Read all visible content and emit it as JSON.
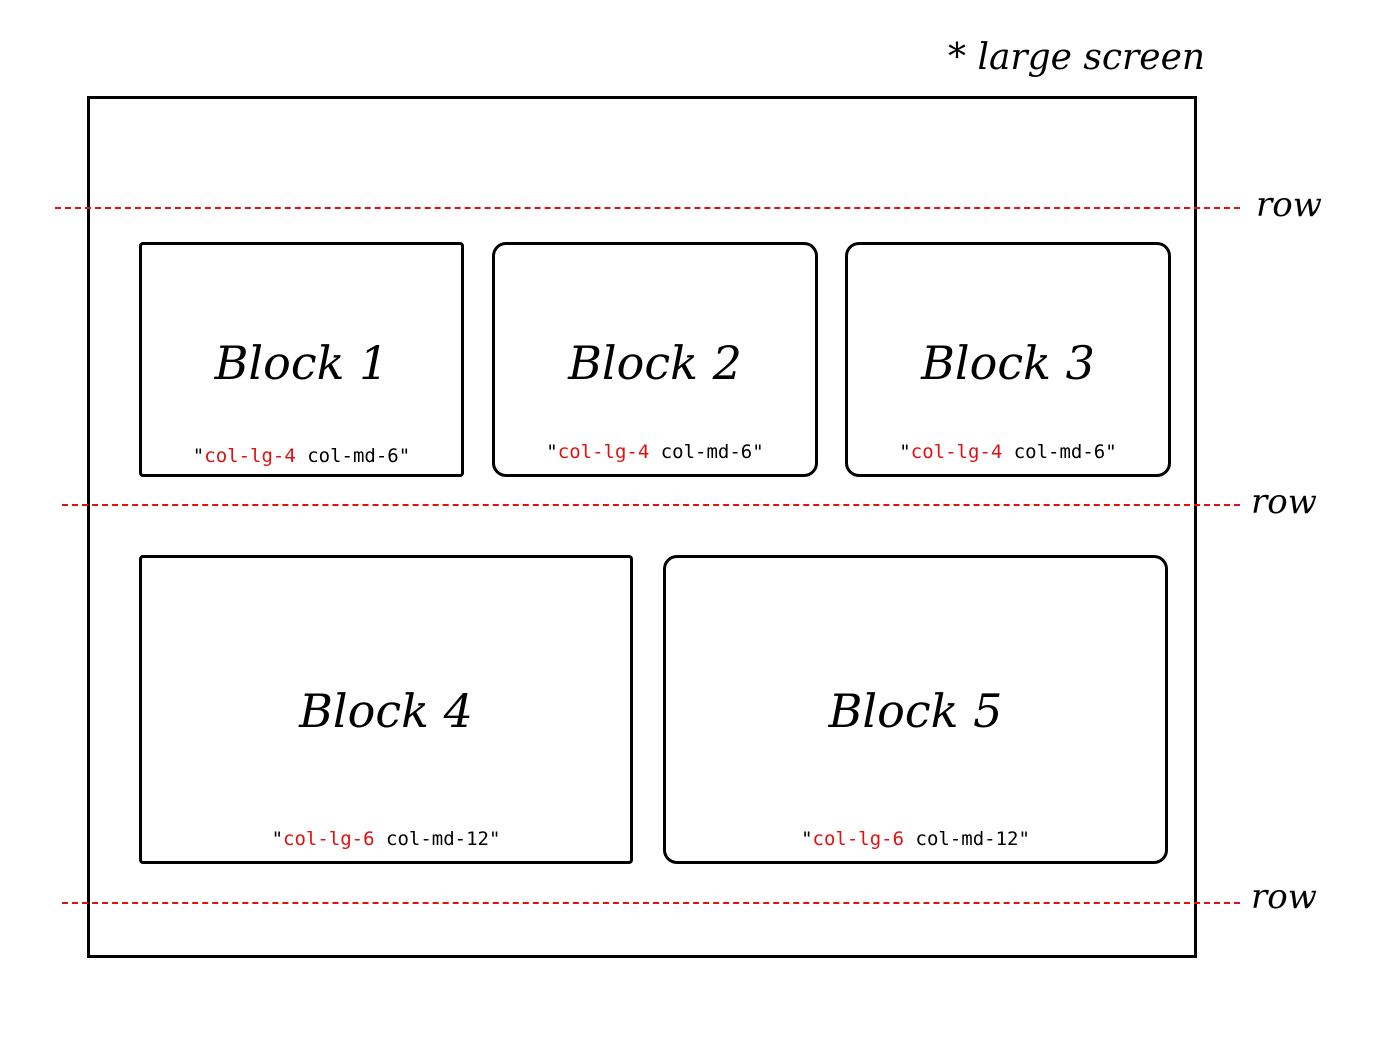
{
  "caption": "* large screen",
  "row_label": "row",
  "colors": {
    "guide": "#e11111",
    "stroke": "#000000",
    "accent_class": "#e11111"
  },
  "blocks": [
    {
      "title": "Block 1",
      "lg": "col-lg-4",
      "md": "col-md-6"
    },
    {
      "title": "Block 2",
      "lg": "col-lg-4",
      "md": "col-md-6"
    },
    {
      "title": "Block 3",
      "lg": "col-lg-4",
      "md": "col-md-6"
    },
    {
      "title": "Block 4",
      "lg": "col-lg-6",
      "md": "col-md-12"
    },
    {
      "title": "Block 5",
      "lg": "col-lg-6",
      "md": "col-md-12"
    }
  ],
  "quote": "\""
}
